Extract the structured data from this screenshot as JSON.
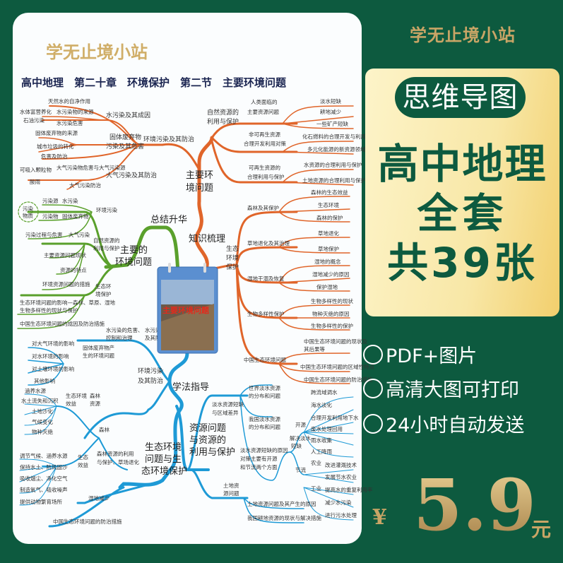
{
  "brand": "学无止境小站",
  "colors": {
    "background": "#0d5a3f",
    "gold": "#c9a566",
    "orange_branch": "#e0652a",
    "green_branch": "#5aa02c",
    "blue_branch": "#1e9ad6"
  },
  "promo": {
    "pill": "思维导图",
    "line1": "高中地理",
    "line2": "全套",
    "line3": "共39张",
    "features": [
      "PDF+图片",
      "高清大图可打印",
      "24小时自动发送"
    ],
    "currency": "¥",
    "price": "5.9",
    "unit": "元"
  },
  "mindmap": {
    "watermark": "学无止境小站",
    "title": "高中地理　第二十章　环境保护　第二节　主要环境问题",
    "center_image_label": "主要环境问题",
    "main": {
      "review": "知识梳理",
      "main_issue_1": "主要环",
      "main_issue_2": "境问题",
      "summary": "总结升华",
      "method": "学法指导"
    },
    "orange": {
      "env_pollution": "环境污染及其防治",
      "water": "水污染及其成因",
      "solid_1": "固体废弃物",
      "solid_2": "污染及其危害",
      "air": "大气污染及其防治",
      "leaves": [
        "天然水的自净作用",
        "水污染物的来源",
        "水污染危害",
        "水体富营养化",
        "石油污染",
        "固体废弃物的来源",
        "城市垃圾的转化",
        "危害及防治",
        "可吸入颗粒物",
        "大气污染物危害与大气污染源",
        "酸雨",
        "大气污染防治"
      ],
      "natural_1": "自然资源的",
      "natural_2": "利用与保护",
      "res_problem_1": "人类面临的",
      "res_problem_2": "主要资源问题",
      "res_problem_leaves": [
        "淡水短缺",
        "耕地减少",
        "一些矿产短缺"
      ],
      "nonrenew_1": "非可再生资源",
      "nonrenew_2": "合理开发利用对策",
      "nonrenew_leaves": [
        "化石燃料的合理开发与利用",
        "多元化能源的新资源领域"
      ],
      "renew_1": "可再生资源的",
      "renew_2": "合理利用与保护",
      "renew_leaves": [
        "水资源的合理利用与保护",
        "土地资源的合理利用与保护"
      ],
      "eco_1": "生态",
      "eco_2": "环境",
      "eco_3": "保护",
      "forest": "森林及其保护",
      "forest_leaves": [
        "森林的生态效益",
        "生态环境",
        "森林的保护"
      ],
      "grass": "草地退化及其治理",
      "grass_leaves": [
        "草地退化",
        "草地保护"
      ],
      "wetland": "湿地干涸及恢复",
      "wetland_leaves": [
        "湿地的概念",
        "湿地减少的原因",
        "保护湿地"
      ],
      "bio": "生物多样性保护",
      "bio_leaves": [
        "生物多样性的现状",
        "物种灭绝的原因",
        "生物多样性的保护"
      ],
      "china": "中国生态环境问题",
      "china_leaves": [
        "中国生态环境问题的现状及",
        "其后果等",
        "中国生态环境问题的区域性特点",
        "中国生态环境问题的防治措施"
      ]
    },
    "green": {
      "main_1": "主要的",
      "main_2": "环境问题",
      "pollution": "环境污染",
      "resources_1": "自然资源的",
      "resources_2": "利用与保护",
      "eco_1": "生态环",
      "eco_2": "境保护",
      "ring_1": "污染",
      "ring_2": "物质",
      "leaves": [
        "污染源",
        "水污染",
        "污染物",
        "固体废弃物",
        "污染过程与危害",
        "大气污染",
        "主要资源问题现状",
        "资源的特点",
        "环境资源问题的措施",
        "生态环境问题的影响—森林、草原、湿地",
        "生物多样性的现状与保护",
        "中国生态环境问题的成因及防治措施"
      ]
    },
    "blue": {
      "water_pollution_1": "水污染",
      "water_pollution_2": "及其防治",
      "water_harm_1": "水污染的危害、",
      "water_harm_2": "控制和治理",
      "env_1": "环境污染",
      "env_2": "及其防治",
      "solid_1": "固体废弃物产",
      "solid_2": "生的环境问题",
      "solid_leaves": [
        "对大气环境的影响",
        "对水环境的影响",
        "对土壤环境的影响",
        "其他影响"
      ],
      "forest": "森林",
      "forest_res_1": "森林",
      "forest_res_2": "资源",
      "forest_eff_1": "生态环境",
      "forest_eff_2": "效益",
      "forest_leaves": [
        "涵养水源",
        "水土流失和沉积",
        "土地沙化",
        "气候变化",
        "物种灭绝"
      ],
      "eco_benefit_1": "生态",
      "eco_benefit_2": "效益",
      "eco_benefit_leaves": [
        "调节气候、涵养水源",
        "保持水土、防风固沙",
        "吸收烟尘、净化空气",
        "制造氧气、吸收噪声",
        "提供动物繁育场所"
      ],
      "forest_use_1": "森林资源的利用",
      "forest_use_2": "与保护、草场退化",
      "wetland": "湿地减少",
      "china_measures": "中国生态环境问题的防治措施",
      "eco_1": "生态环境",
      "eco_2": "问题与生",
      "eco_3": "态环境保护",
      "res_1": "资源问题",
      "res_2": "与资源的",
      "res_3": "利用与保护",
      "water_1": "淡水资源短缺",
      "water_2": "与区域差异",
      "world": [
        "世界淡水资源",
        "的分布和问题"
      ],
      "china": [
        "我国淡水资源",
        "的分布和问题"
      ],
      "cause": [
        "淡水资源短缺的原因",
        "对策主要有开源",
        "和节流两个方面"
      ],
      "solve_1": "解决淡水",
      "solve_2": "短缺",
      "open": "开源",
      "save": "节流",
      "open_leaves": [
        "跨流域调水",
        "海水淡化",
        "合理开发利用地下水",
        "废水处理回用",
        "雨水收集",
        "人工降雨"
      ],
      "agri": "农业",
      "industry": "工业",
      "agri_leaves": [
        "改进灌溉技术",
        "发展节水农业"
      ],
      "industry_leaves": [
        "提高水的重复利用率",
        "减少水污染",
        "进行污水处理"
      ],
      "land_1": "土地资",
      "land_2": "源问题",
      "land_leaves": [
        "土地资源问题及其产生的原因",
        "我国耕地资源的现状与解决措施"
      ]
    }
  }
}
